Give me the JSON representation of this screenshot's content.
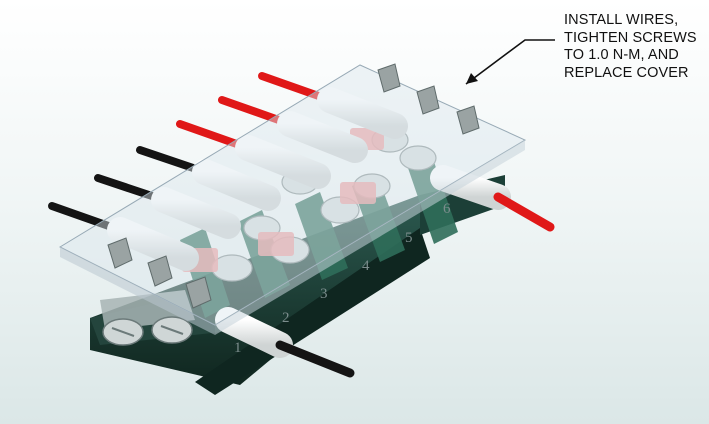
{
  "instruction": {
    "lines": [
      "INSTALL WIRES,",
      "TIGHTEN SCREWS",
      "TO 1.0 N-M, AND",
      "REPLACE COVER"
    ]
  },
  "terminal_block": {
    "position_numbers": [
      "1",
      "2",
      "3",
      "4",
      "5",
      "6"
    ]
  },
  "colors": {
    "body": "#173a33",
    "body_top": "#2c5a50",
    "cover": "#dbe6ee",
    "wire_red": "#e01818",
    "wire_black": "#141414",
    "insulation": "#eeeeee",
    "clamp_pink": "#ee9999",
    "screw": "#d6dcdc"
  }
}
